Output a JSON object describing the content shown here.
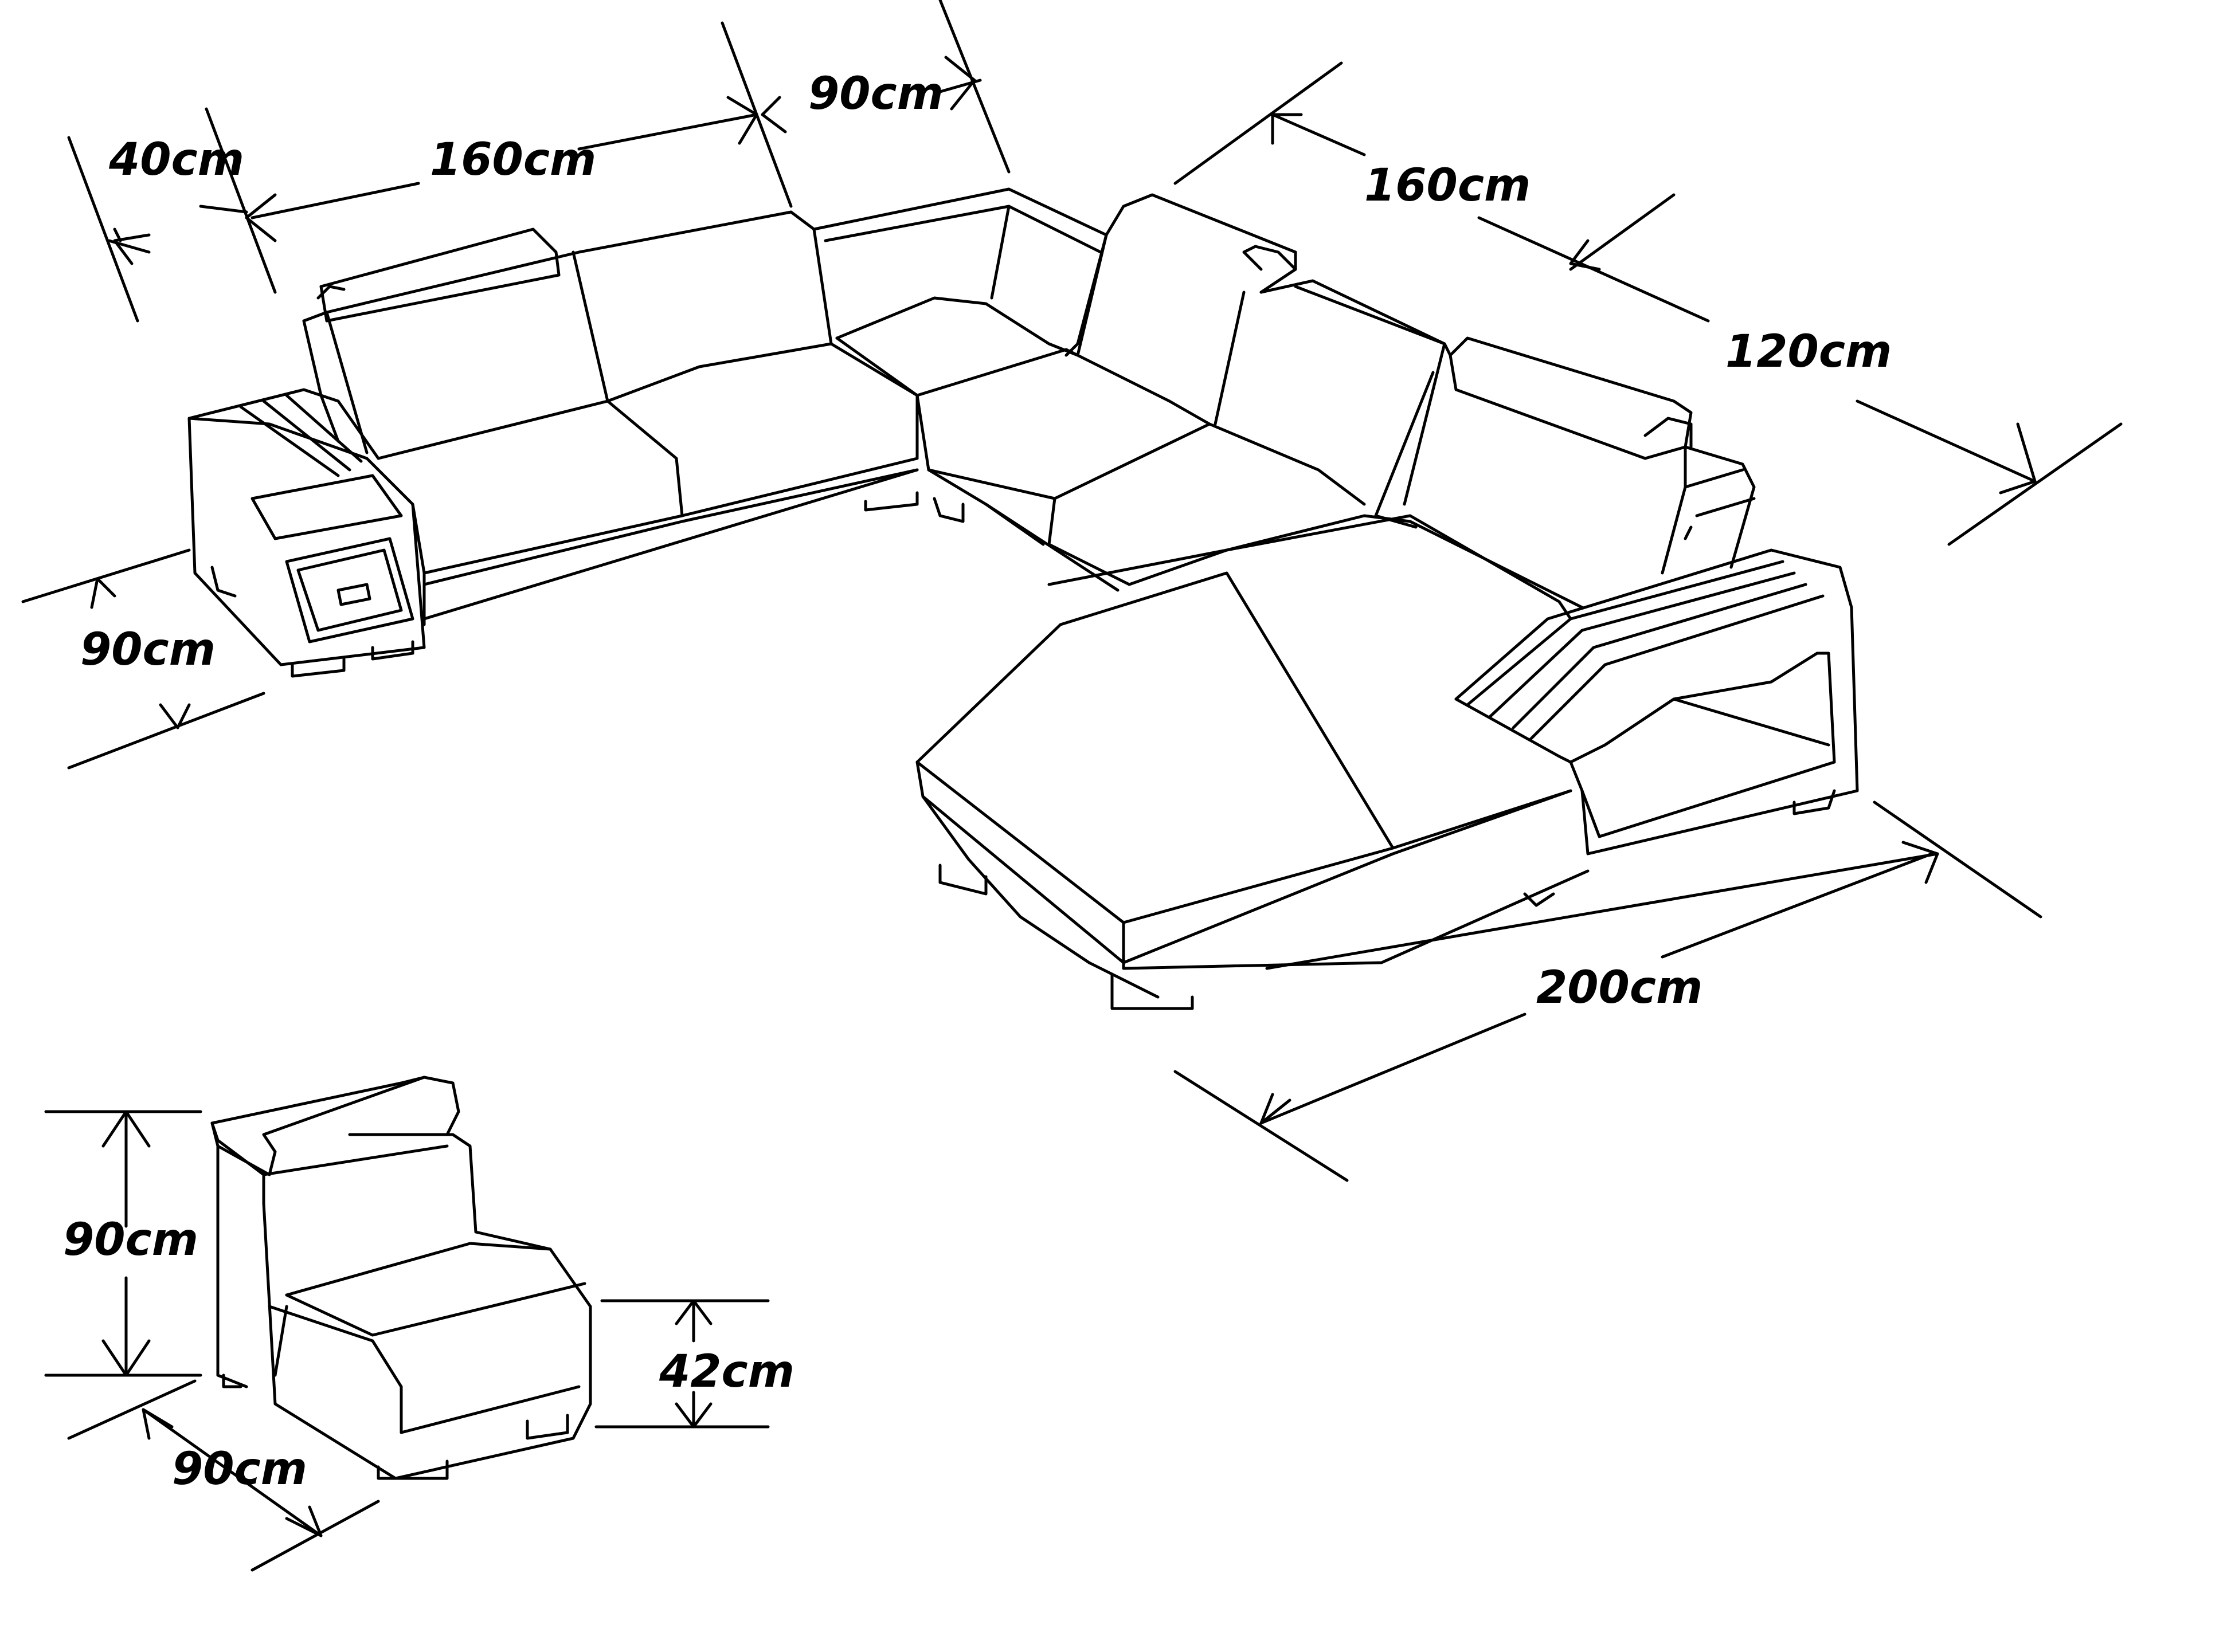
{
  "labels": {
    "armrest_width": "40cm",
    "left_section_length": "160cm",
    "corner_width": "90cm",
    "right_section_length": "160cm",
    "right_section_depth": "120cm",
    "seat_depth_left": "90cm",
    "chaise_length": "200cm",
    "single_height": "90cm",
    "single_seat_height": "42cm",
    "single_depth": "90cm"
  }
}
